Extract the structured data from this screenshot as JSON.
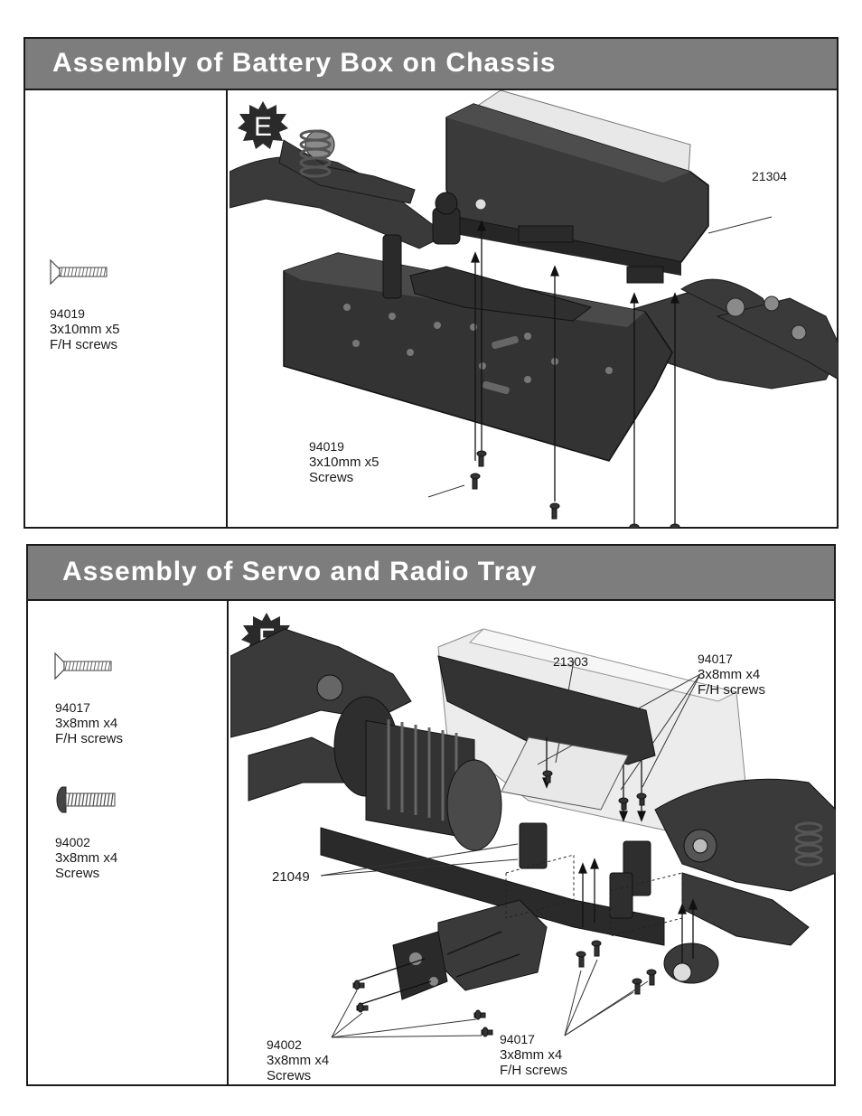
{
  "section_e": {
    "title": "Assembly of Battery Box on Chassis",
    "step": "E",
    "parts_list": {
      "part_number": "94019",
      "size": "3x10mm x5",
      "type": "F/H screws"
    },
    "callouts": {
      "battery_box": "21304",
      "screws_number": "94019",
      "screws_size": "3x10mm x5",
      "screws_type": "Screws"
    }
  },
  "section_f": {
    "title": "Assembly of Servo and Radio Tray",
    "step": "F",
    "parts_list": [
      {
        "part_number": "94017",
        "size": "3x8mm x4",
        "type": "F/H screws"
      },
      {
        "part_number": "94002",
        "size": "3x8mm x4",
        "type": "Screws"
      }
    ],
    "callouts": {
      "radio_tray": "21303",
      "top_screws_number": "94017",
      "top_screws_size": "3x8mm x4",
      "top_screws_type": "F/H screws",
      "servo_mounts": "21049",
      "servo_screws_number": "94002",
      "servo_screws_size": "3x8mm x4",
      "servo_screws_type": "Screws",
      "bottom_screws_number": "94017",
      "bottom_screws_size": "3x8mm x4",
      "bottom_screws_type": "F/H screws"
    }
  },
  "colors": {
    "banner": "#7d7d7d",
    "border": "#1a1a1a",
    "part_dark": "#2e2e2e",
    "part_light": "#e8e8e8"
  },
  "icons": [
    "flat-head-screw-icon",
    "button-head-screw-icon",
    "step-badge-icon"
  ]
}
